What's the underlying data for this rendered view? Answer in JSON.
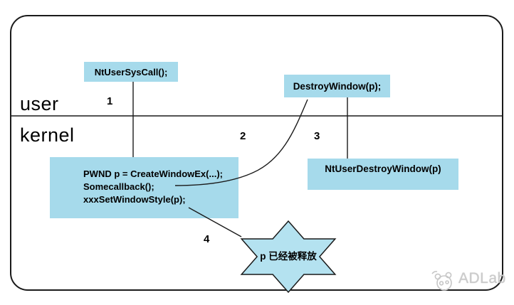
{
  "diagram": {
    "mode_labels": {
      "user": "user",
      "kernel": "kernel"
    },
    "boxes": {
      "nt_user_sys_call": "NtUserSysCall();",
      "destroy_window": "DestroyWindow(p);",
      "create_window_lines": [
        "PWND p = CreateWindowEx(...);",
        "Somecallback();",
        "xxxSetWindowStyle(p);"
      ],
      "nt_user_destroy_window": "NtUserDestroyWindow(p)"
    },
    "steps": {
      "one": "1",
      "two": "2",
      "three": "3",
      "four": "4"
    },
    "star_label": "p 已经被释放",
    "watermark": "ADLab",
    "colors": {
      "box_fill": "#a6daeb",
      "star_fill": "#b4e2f0",
      "line": "#1a1a1a",
      "watermark_gray": "#cbcbcb"
    }
  }
}
